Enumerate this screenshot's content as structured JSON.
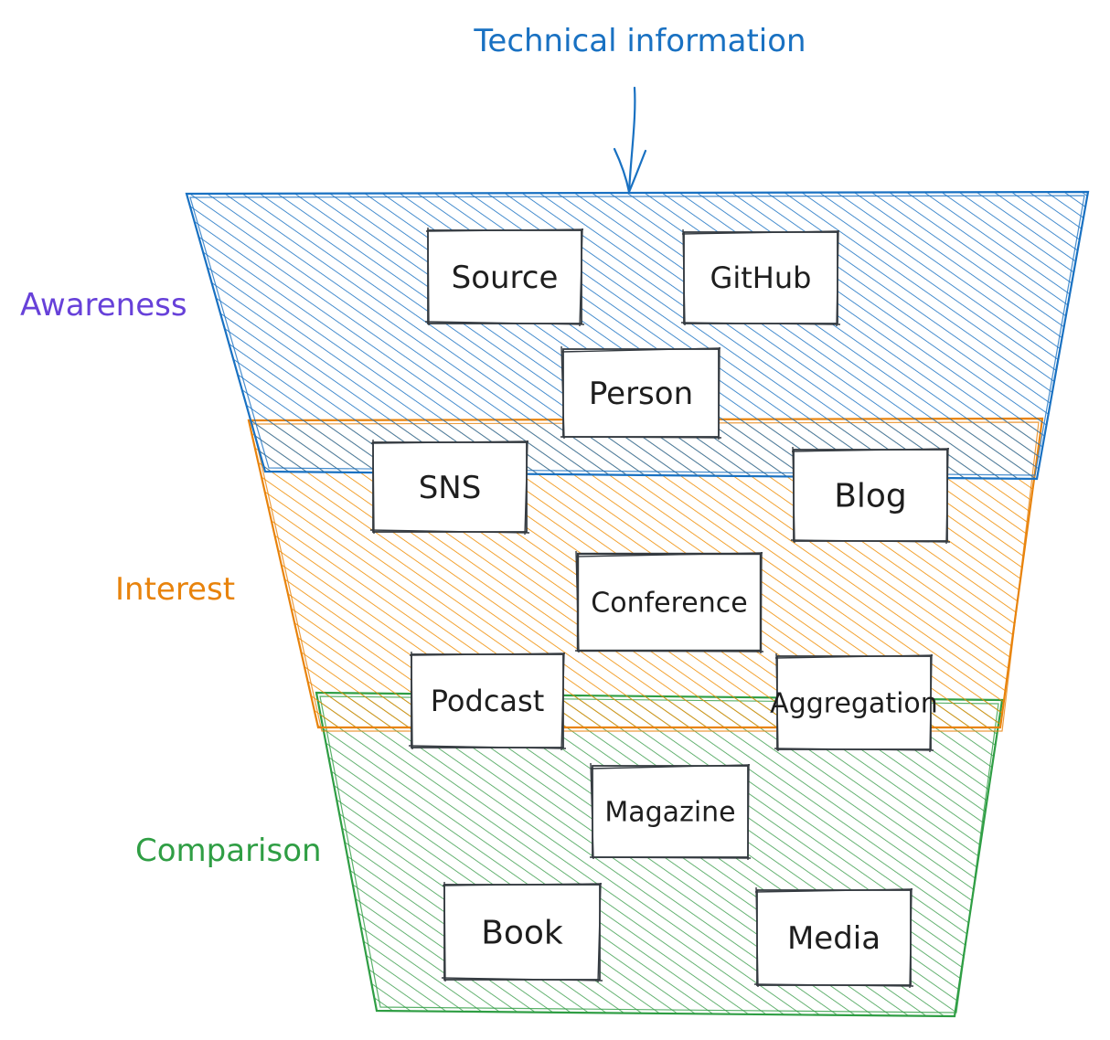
{
  "title": "Technical information",
  "colors": {
    "awareness": "#1971c2",
    "interest": "#e8830c",
    "comparison": "#2f9e44",
    "awareness_label": "#6741d9",
    "box_stroke": "#343a40",
    "box_fill": "#ffffff",
    "text": "#1e1e1e"
  },
  "stages": [
    {
      "id": "awareness",
      "label": "Awareness"
    },
    {
      "id": "interest",
      "label": "Interest"
    },
    {
      "id": "comparison",
      "label": "Comparison"
    }
  ],
  "sources": [
    {
      "id": "source",
      "label": "Source",
      "stage": "awareness"
    },
    {
      "id": "github",
      "label": "GitHub",
      "stage": "awareness"
    },
    {
      "id": "person",
      "label": "Person",
      "stage": "awareness"
    },
    {
      "id": "sns",
      "label": "SNS",
      "stage": "interest"
    },
    {
      "id": "blog",
      "label": "Blog",
      "stage": "interest"
    },
    {
      "id": "conference",
      "label": "Conference",
      "stage": "interest"
    },
    {
      "id": "podcast",
      "label": "Podcast",
      "stage": "interest"
    },
    {
      "id": "aggregation",
      "label": "Aggregation",
      "stage": "interest"
    },
    {
      "id": "magazine",
      "label": "Magazine",
      "stage": "comparison"
    },
    {
      "id": "book",
      "label": "Book",
      "stage": "comparison"
    },
    {
      "id": "media",
      "label": "Media",
      "stage": "comparison"
    }
  ]
}
